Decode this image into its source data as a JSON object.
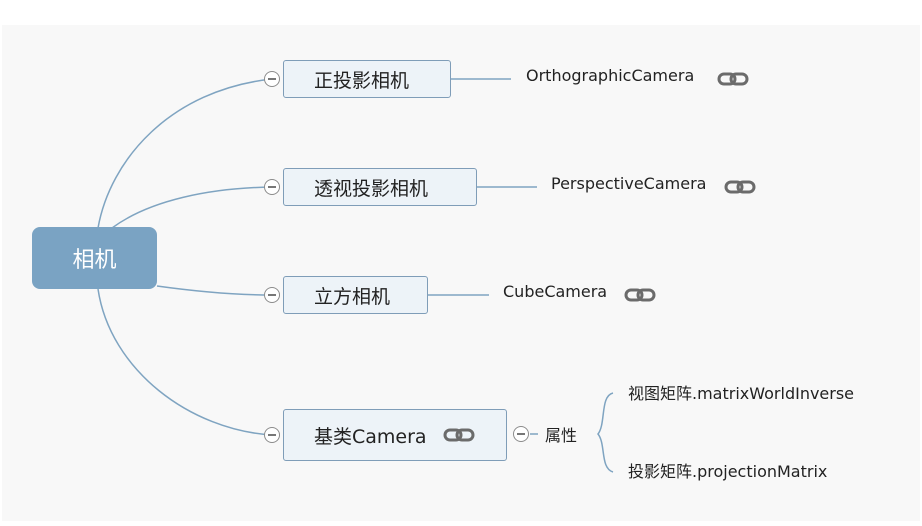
{
  "root": {
    "label": "相机"
  },
  "branches": [
    {
      "label": "正投影相机",
      "child": "OrthographicCamera",
      "child_link_icon": "link-icon"
    },
    {
      "label": "透视投影相机",
      "child": "PerspectiveCamera",
      "child_link_icon": "link-icon"
    },
    {
      "label": "立方相机",
      "child": "CubeCamera",
      "child_link_icon": "link-icon"
    },
    {
      "label": "基类Camera",
      "link_icon": "link-icon",
      "child": "属性",
      "children": [
        "视图矩阵.matrixWorldInverse",
        "投影矩阵.projectionMatrix"
      ]
    }
  ],
  "colors": {
    "root_fill": "#7aa3c3",
    "topic_fill": "#edf3f8",
    "topic_border": "#7f9db8",
    "connector": "#7fa4c1",
    "icon": "#6b6b6b"
  }
}
